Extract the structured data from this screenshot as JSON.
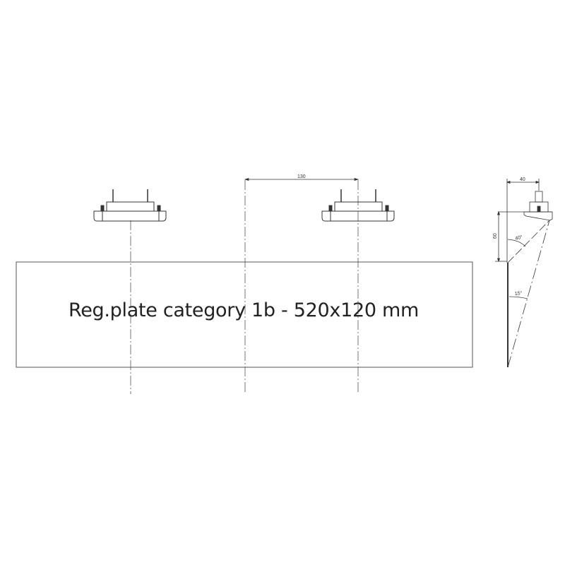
{
  "drawing": {
    "plate_label": "Reg.plate category 1b - 520x120 mm",
    "dimensions": {
      "lamp_spacing": "130",
      "side_depth": "40",
      "side_height": "60",
      "angle_upper": "40°",
      "angle_lower": "15°"
    },
    "colors": {
      "line": "#333333",
      "background": "#ffffff"
    },
    "views": [
      "front-view",
      "side-view"
    ],
    "lamps": [
      {
        "name": "left-lamp"
      },
      {
        "name": "right-lamp"
      }
    ]
  }
}
